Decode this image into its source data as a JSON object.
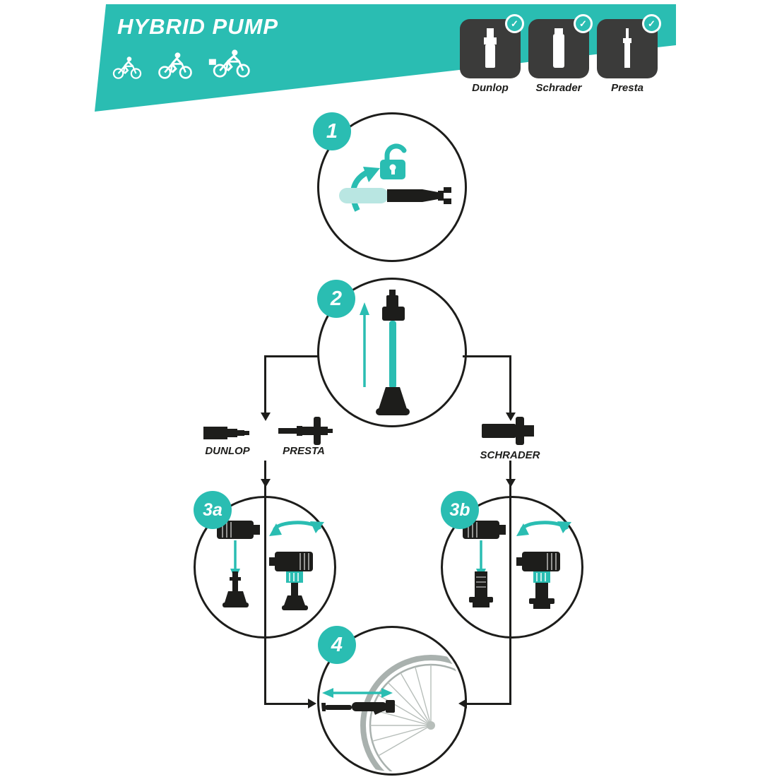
{
  "colors": {
    "teal": "#2ABDB2",
    "light_teal": "#B9E6E2",
    "dark": "#1D1D1B",
    "box_dark": "#3B3B3A",
    "wheel_grey": "#A9B1AE"
  },
  "header": {
    "title": "HYBRID PUMP"
  },
  "compat": {
    "items": [
      {
        "label": "Dunlop",
        "icon": "dunlop-valve-icon"
      },
      {
        "label": "Schrader",
        "icon": "schrader-valve-icon"
      },
      {
        "label": "Presta",
        "icon": "presta-valve-icon"
      }
    ]
  },
  "icons": {
    "check": "✓"
  },
  "steps": [
    {
      "number": "1"
    },
    {
      "number": "2"
    },
    {
      "number": "3a"
    },
    {
      "number": "3b"
    },
    {
      "number": "4"
    }
  ],
  "valve_labels": {
    "dunlop": "DUNLOP",
    "presta": "PRESTA",
    "schrader": "SCHRADER"
  }
}
